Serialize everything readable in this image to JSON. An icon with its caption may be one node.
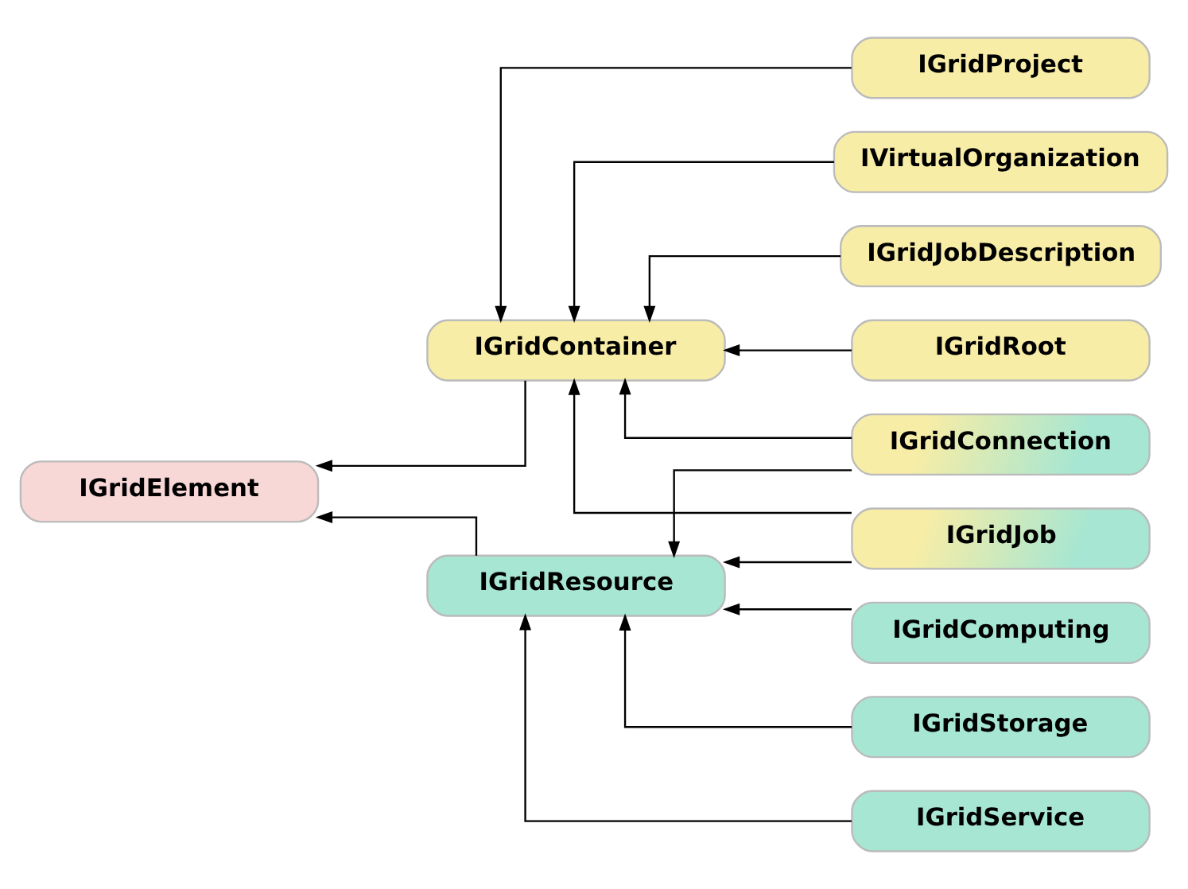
{
  "diagram": {
    "nodes": [
      {
        "text": [
          "IGridElement"
        ]
      },
      {
        "text": [
          "IGridContainer"
        ]
      },
      {
        "text": [
          "IGridResource"
        ]
      },
      {
        "text": [
          "IGridRoot"
        ]
      },
      {
        "text": [
          "IGridProject"
        ]
      },
      {
        "text": [
          "IVirtualOrganization"
        ]
      },
      {
        "text": [
          "IGridJobDescription"
        ]
      },
      {
        "text": [
          "IGridJob"
        ]
      },
      {
        "text": [
          "IGridConnection"
        ]
      },
      {
        "text": [
          "IGridComputing"
        ]
      },
      {
        "text": [
          "IGridStorage"
        ]
      },
      {
        "text": [
          "IGridService"
        ]
      }
    ],
    "edges": [
      {
        "from": 1,
        "to": 0,
        "arrow": "to"
      },
      {
        "from": 2,
        "to": 0,
        "arrow": "to"
      },
      {
        "from": 3,
        "to": 1,
        "arrow": "to"
      },
      {
        "from": 4,
        "to": 1,
        "arrow": "to"
      },
      {
        "from": 5,
        "to": 1,
        "arrow": "to"
      },
      {
        "from": 6,
        "to": 1,
        "arrow": "to"
      },
      {
        "from": 7,
        "to": 1,
        "arrow": "to"
      },
      {
        "from": 8,
        "to": 1,
        "arrow": "to"
      },
      {
        "from": 7,
        "to": 2,
        "arrow": "to"
      },
      {
        "from": 8,
        "to": 2,
        "arrow": "to"
      },
      {
        "from": 9,
        "to": 2,
        "arrow": "to"
      },
      {
        "from": 10,
        "to": 2,
        "arrow": "to"
      },
      {
        "from": 11,
        "to": 2,
        "arrow": "to"
      }
    ]
  }
}
